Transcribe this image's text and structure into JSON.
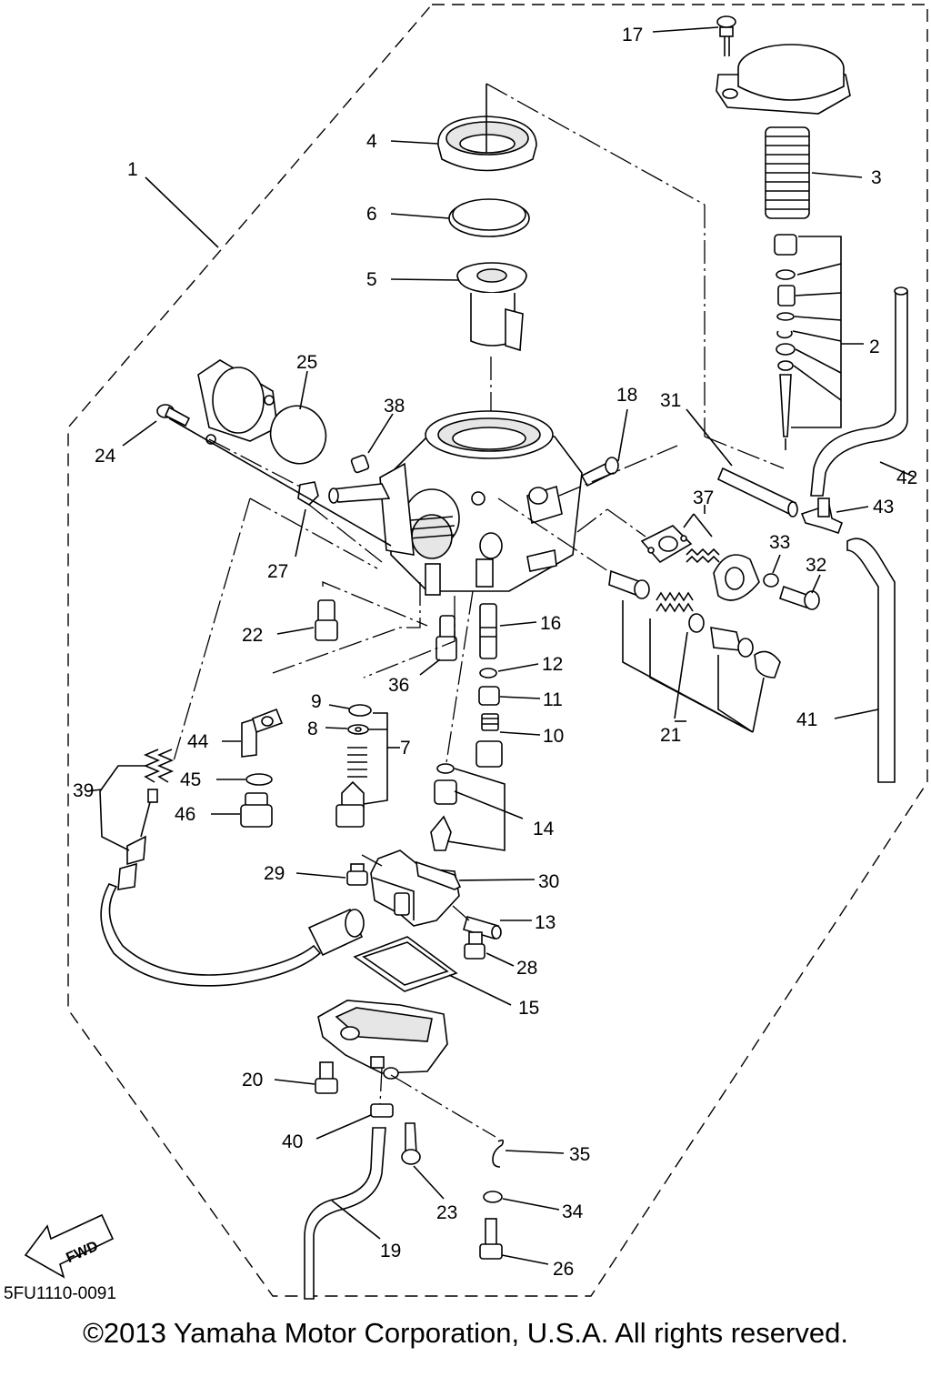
{
  "diagram": {
    "code": "5FU1110-0091",
    "copyright": "©2013 Yamaha Motor Corporation, U.S.A. All rights reserved.",
    "fwd_label": "FWD",
    "callouts": [
      "1",
      "2",
      "3",
      "4",
      "5",
      "6",
      "7",
      "8",
      "9",
      "10",
      "11",
      "12",
      "13",
      "14",
      "15",
      "16",
      "17",
      "18",
      "19",
      "20",
      "21",
      "22",
      "23",
      "24",
      "25",
      "26",
      "27",
      "28",
      "29",
      "30",
      "31",
      "32",
      "33",
      "34",
      "35",
      "36",
      "37",
      "38",
      "39",
      "40",
      "41",
      "42",
      "43",
      "44",
      "45",
      "46"
    ]
  }
}
